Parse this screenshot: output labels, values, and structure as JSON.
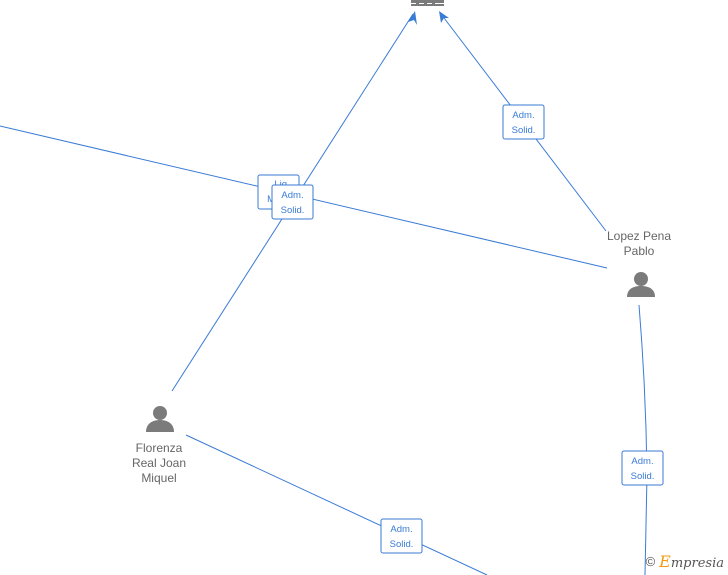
{
  "nodes": {
    "company": {
      "label": ""
    },
    "lopez": {
      "label_lines": [
        "Lopez Pena",
        "Pablo"
      ]
    },
    "florenza": {
      "label_lines": [
        "Florenza",
        "Real Joan",
        "Miquel"
      ]
    }
  },
  "edge_labels": {
    "lopez_company": [
      "Adm.",
      "Solid."
    ],
    "florenza_company": [
      "Adm.",
      "Solid."
    ],
    "left_line_partial": [
      "Liq.",
      "M..."
    ],
    "lopez_down": [
      "Adm.",
      "Solid."
    ],
    "florenza_down": [
      "Adm.",
      "Solid."
    ]
  },
  "brand": {
    "copyright": "©",
    "initial": "E",
    "rest": "mpresia"
  },
  "colors": {
    "edge": "#3a7bd5",
    "icon": "#7b7b7b",
    "accent": "#f39c12"
  }
}
